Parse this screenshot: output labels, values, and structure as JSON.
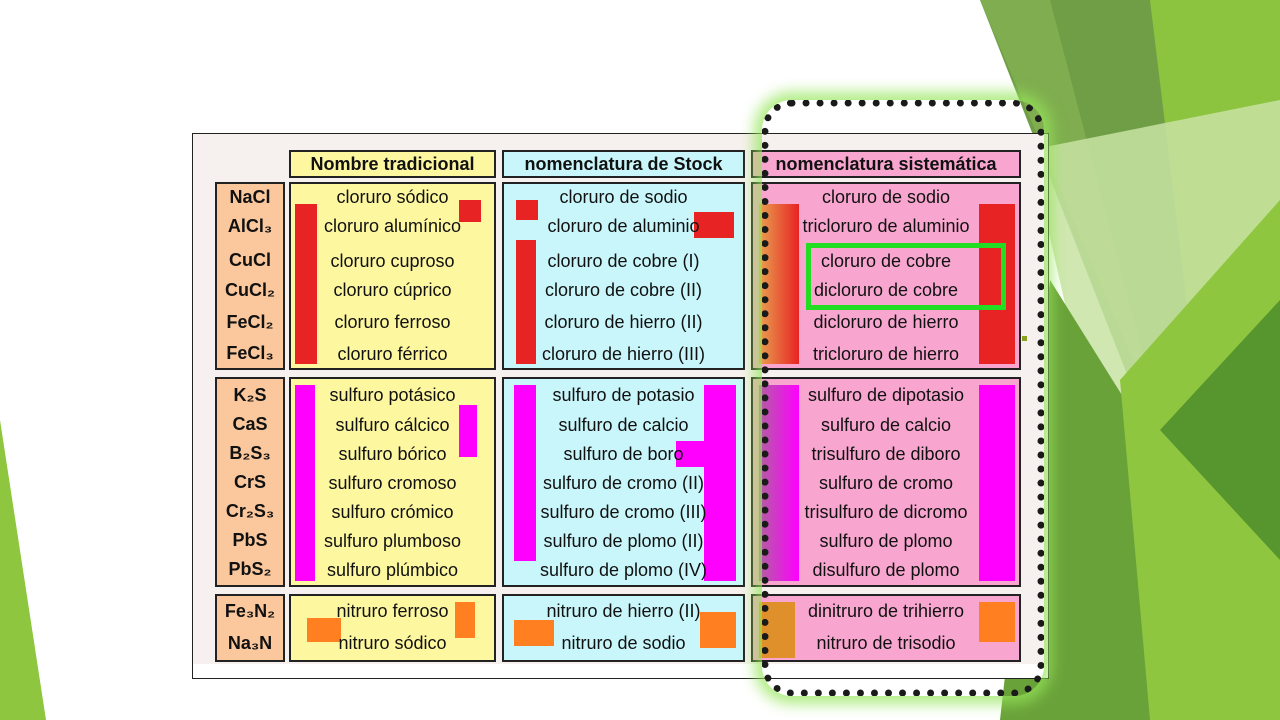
{
  "headers": {
    "traditional": "Nombre tradicional",
    "stock": "nomenclatura de Stock",
    "systematic": "nomenclatura sistemática"
  },
  "groups": [
    {
      "rows": [
        {
          "formula": "NaCl",
          "traditional": "cloruro sódico",
          "stock": "cloruro de sodio",
          "systematic": "cloruro de sodio"
        },
        {
          "formula": "AlCl₃",
          "traditional": "cloruro alumínico",
          "stock": "cloruro de aluminio",
          "systematic": "tricloruro de aluminio"
        },
        {
          "formula": "CuCl",
          "traditional": "cloruro cuproso",
          "stock": "cloruro de cobre (I)",
          "systematic": "cloruro de cobre"
        },
        {
          "formula": "CuCl₂",
          "traditional": "cloruro cúprico",
          "stock": "cloruro de cobre (II)",
          "systematic": "dicloruro de cobre"
        },
        {
          "formula": "FeCl₂",
          "traditional": "cloruro ferroso",
          "stock": "cloruro de hierro (II)",
          "systematic": "dicloruro de hierro"
        },
        {
          "formula": "FeCl₃",
          "traditional": "cloruro férrico",
          "stock": "cloruro de hierro (III)",
          "systematic": "tricloruro de hierro"
        }
      ]
    },
    {
      "rows": [
        {
          "formula": "K₂S",
          "traditional": "sulfuro potásico",
          "stock": "sulfuro de potasio",
          "systematic": "sulfuro de dipotasio"
        },
        {
          "formula": "CaS",
          "traditional": "sulfuro cálcico",
          "stock": "sulfuro de calcio",
          "systematic": "sulfuro de calcio"
        },
        {
          "formula": "B₂S₃",
          "traditional": "sulfuro bórico",
          "stock": "sulfuro de boro",
          "systematic": "trisulfuro de diboro"
        },
        {
          "formula": "CrS",
          "traditional": "sulfuro cromoso",
          "stock": "sulfuro de cromo (II)",
          "systematic": "sulfuro de cromo"
        },
        {
          "formula": "Cr₂S₃",
          "traditional": "sulfuro crómico",
          "stock": "sulfuro de cromo (III)",
          "systematic": "trisulfuro de dicromo"
        },
        {
          "formula": "PbS",
          "traditional": "sulfuro plumboso",
          "stock": "sulfuro de plomo (II)",
          "systematic": "sulfuro de plomo"
        },
        {
          "formula": "PbS₂",
          "traditional": "sulfuro plúmbico",
          "stock": "sulfuro de plomo (IV)",
          "systematic": "disulfuro de plomo"
        }
      ]
    },
    {
      "rows": [
        {
          "formula": "Fe₃N₂",
          "traditional": "nitruro ferroso",
          "stock": "nitruro de hierro (II)",
          "systematic": "dinitruro de trihierro"
        },
        {
          "formula": "Na₃N",
          "traditional": "nitruro sódico",
          "stock": "nitruro de sodio",
          "systematic": "nitruro de trisodio"
        }
      ]
    }
  ],
  "colors": {
    "traditional_bg": "#fdf7a0",
    "stock_bg": "#c9f6fa",
    "systematic_bg": "#f8a6cf",
    "formula_bg": "#fbc89d",
    "chloride_highlight": "#e82323",
    "sulfide_highlight": "#ff00ff",
    "nitride_highlight": "#ff7f21",
    "selection_box": "#22dd22",
    "slide_green_dark": "#5f9a35",
    "slide_green_light": "#8ec63f"
  }
}
